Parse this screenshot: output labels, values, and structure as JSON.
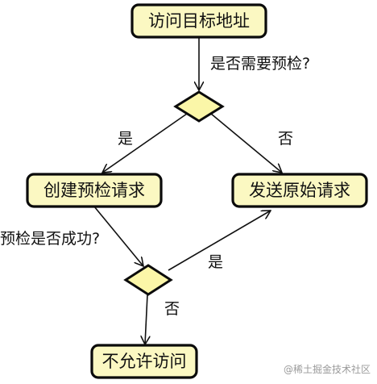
{
  "diagram": {
    "colors": {
      "box_fill": "#fbf8c2",
      "box_border": "#0b0b0b",
      "diamond_fill": "#fbf6a8",
      "line": "#111111"
    },
    "nodes": {
      "visit_target": "访问目标地址",
      "create_preflight": "创建预检请求",
      "send_original": "发送原始请求",
      "deny_access": "不允许访问"
    },
    "edge_labels": {
      "need_preflight_question": "是否需要预检?",
      "yes_to_preflight": "是",
      "no_to_original": "否",
      "preflight_success_question": "预检是否成功?",
      "success_yes": "是",
      "success_no": "否"
    },
    "watermark": "@稀土掘金技术社区"
  }
}
